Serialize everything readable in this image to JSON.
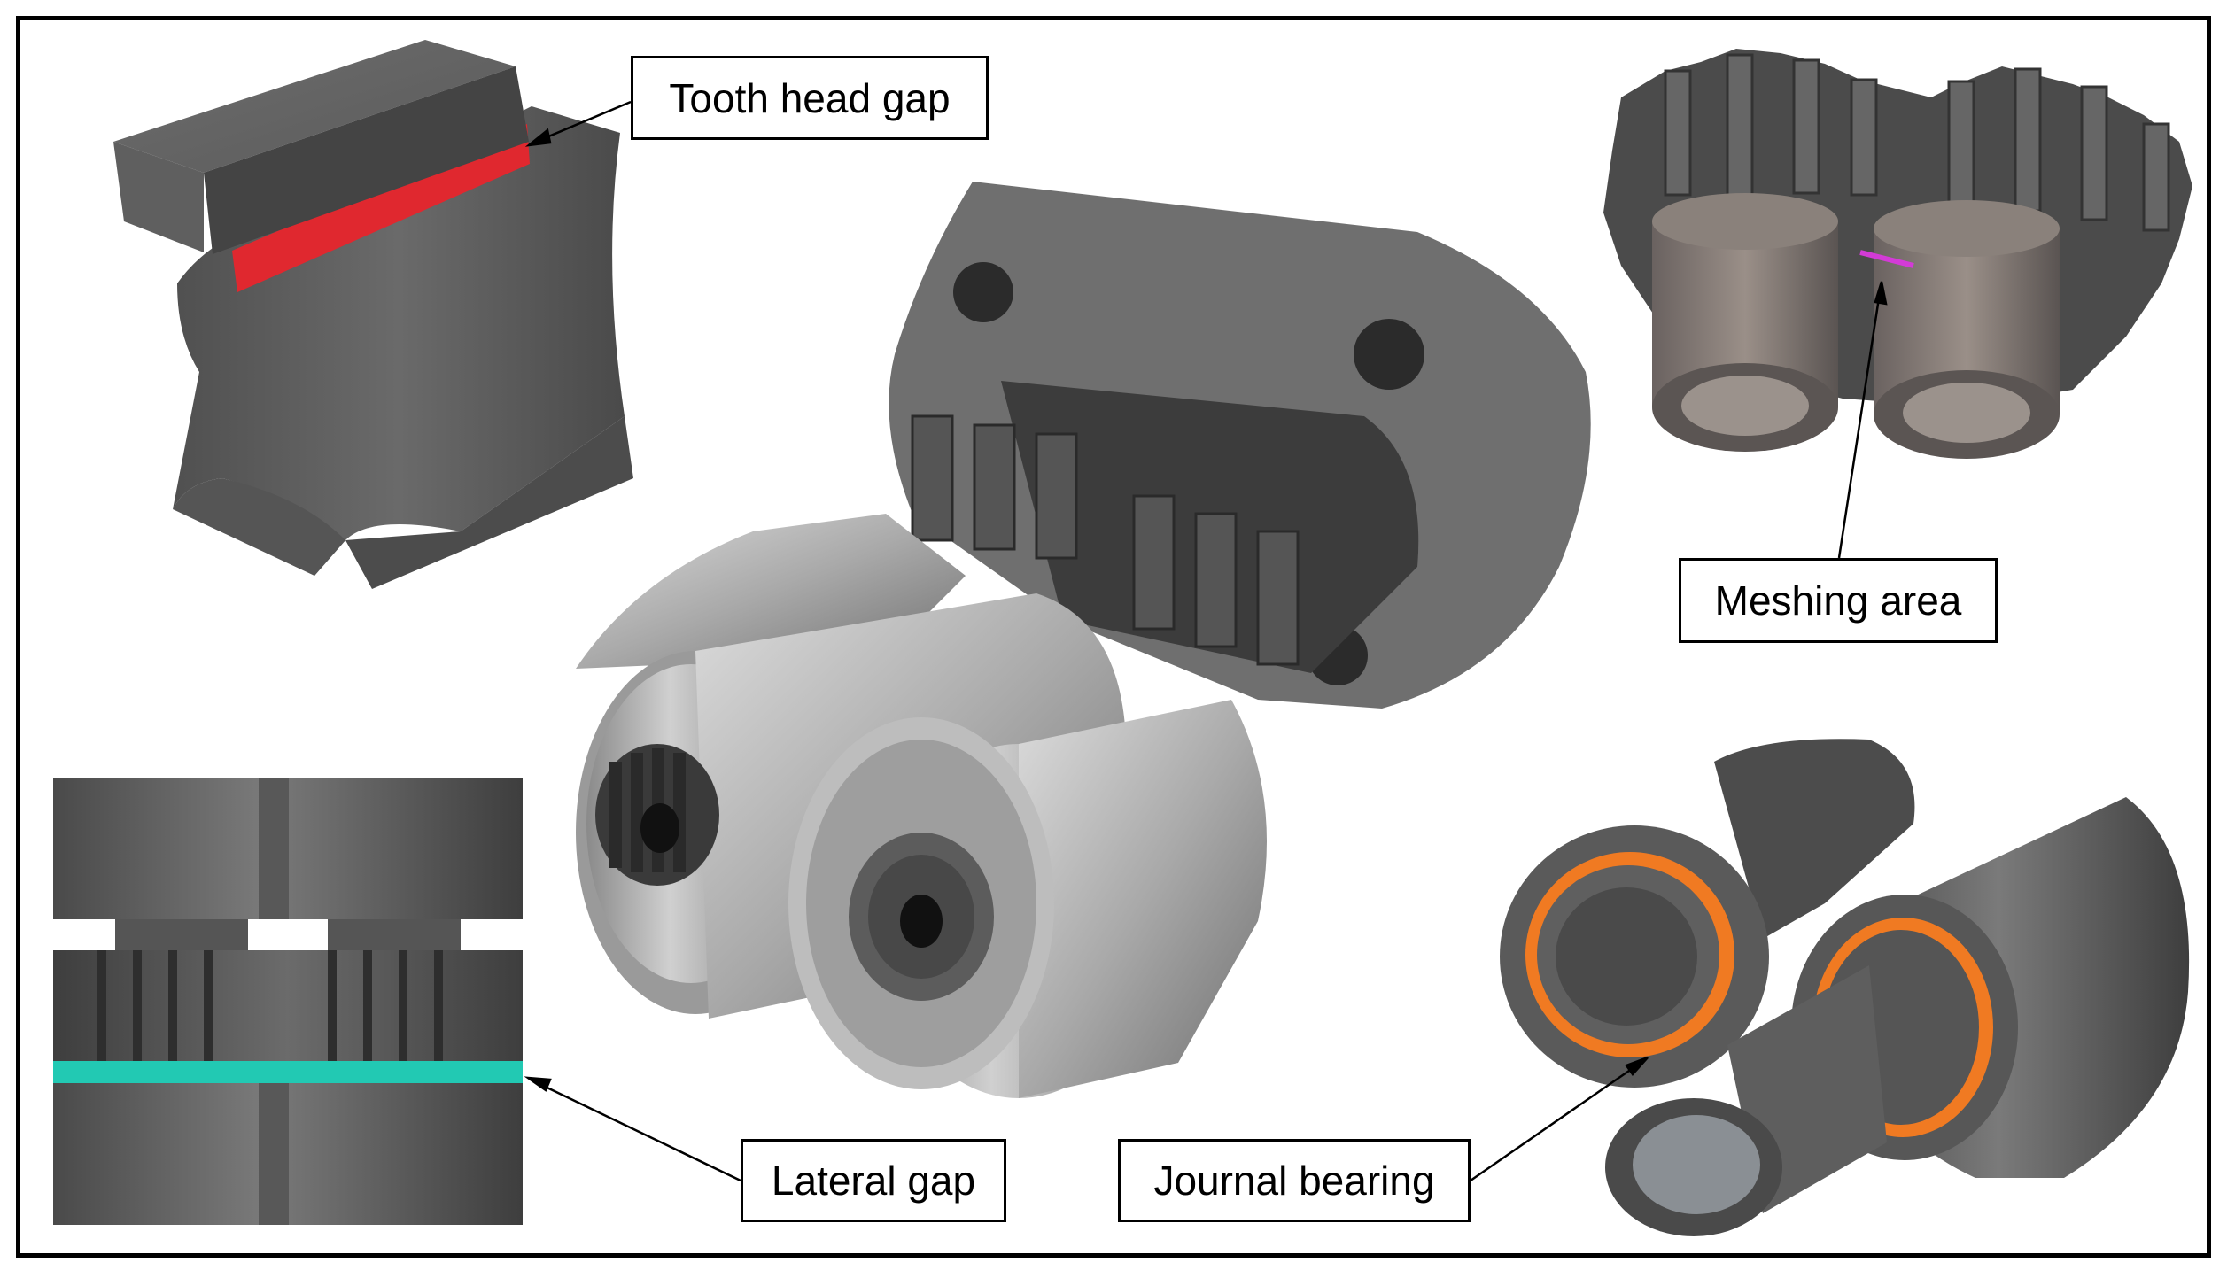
{
  "labels": {
    "tooth_head_gap": "Tooth head gap",
    "meshing_area": "Meshing area",
    "lateral_gap": "Lateral gap",
    "journal_bearing": "Journal bearing"
  },
  "colors": {
    "tooth_head_gap_highlight": "#e0282f",
    "lateral_gap_highlight": "#22c9b3",
    "journal_bearing_highlight": "#f07a22",
    "meshing_highlight": "#d33bd6",
    "part_grey": "#5b5b5b"
  }
}
